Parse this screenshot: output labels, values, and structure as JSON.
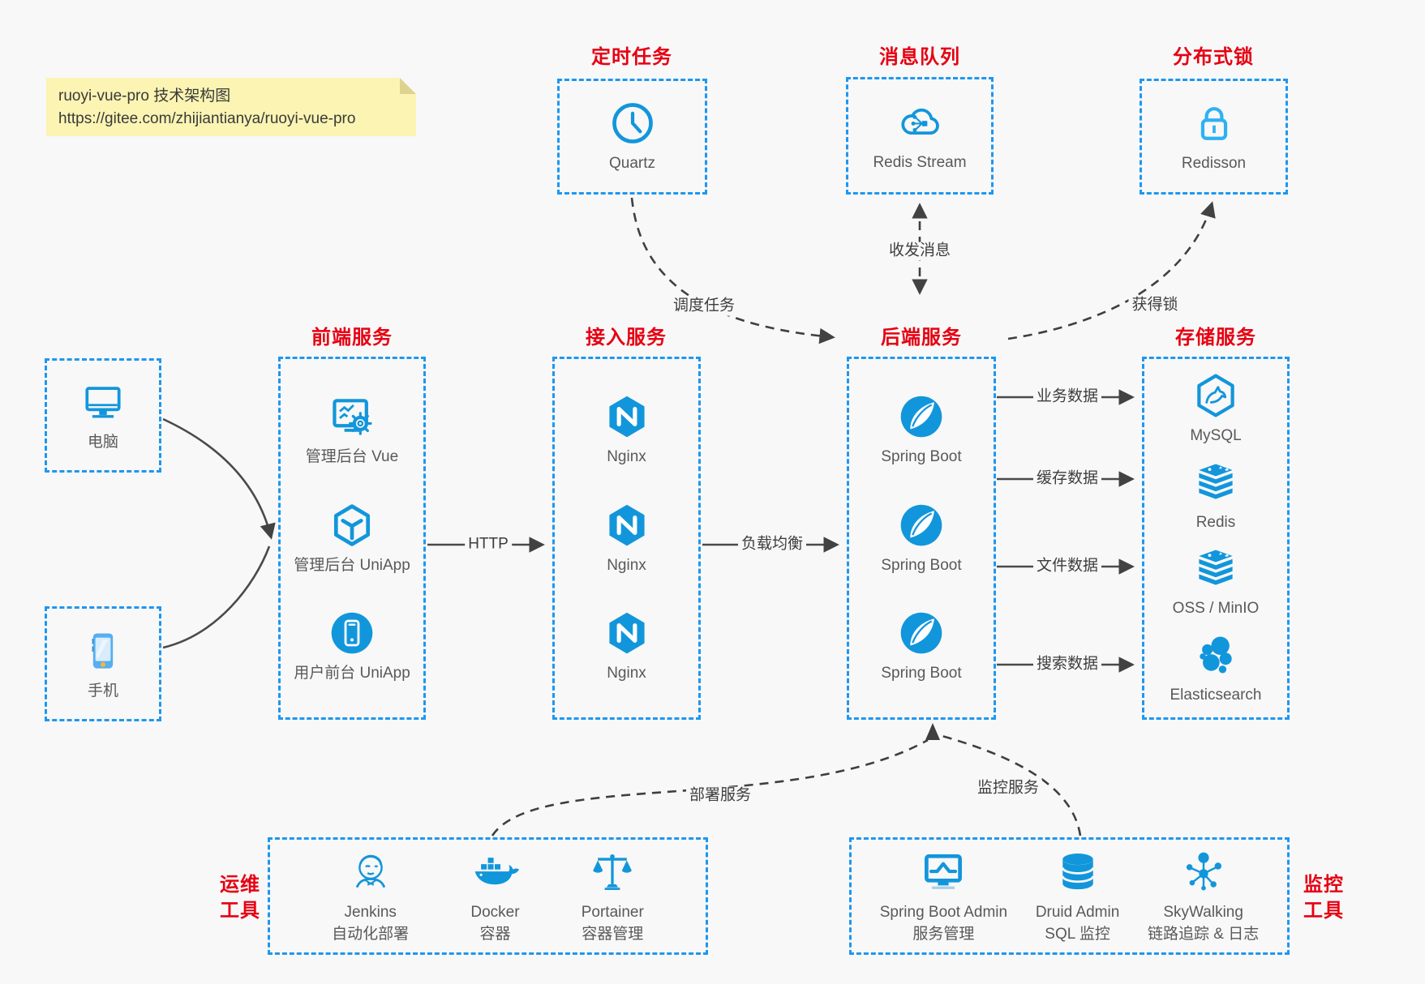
{
  "colors": {
    "box_border_blue": "#1f97ef",
    "icon_blue": "#1296db",
    "title_red": "#e60012",
    "arrow_gray": "#4a4a4a",
    "note_bg": "#fbf4b3"
  },
  "note": {
    "line1": "ruoyi-vue-pro 技术架构图",
    "line2": "https://gitee.com/zhijiantianya/ruoyi-vue-pro"
  },
  "top_services": [
    {
      "title": "定时任务",
      "icon": "clock",
      "label": "Quartz"
    },
    {
      "title": "消息队列",
      "icon": "cloud-stream",
      "label": "Redis Stream"
    },
    {
      "title": "分布式锁",
      "icon": "lock",
      "label": "Redisson"
    }
  ],
  "clients": [
    {
      "icon": "desktop",
      "label": "电脑"
    },
    {
      "icon": "smartphone",
      "label": "手机"
    }
  ],
  "service_columns": [
    {
      "title": "前端服务",
      "items": [
        {
          "icon": "admin-vue",
          "label": "管理后台 Vue"
        },
        {
          "icon": "cube",
          "label": "管理后台 UniApp"
        },
        {
          "icon": "circle-phone",
          "label": "用户前台 UniApp"
        }
      ]
    },
    {
      "title": "接入服务",
      "items": [
        {
          "icon": "nginx",
          "label": "Nginx"
        },
        {
          "icon": "nginx",
          "label": "Nginx"
        },
        {
          "icon": "nginx",
          "label": "Nginx"
        }
      ]
    },
    {
      "title": "后端服务",
      "items": [
        {
          "icon": "spring",
          "label": "Spring Boot"
        },
        {
          "icon": "spring",
          "label": "Spring Boot"
        },
        {
          "icon": "spring",
          "label": "Spring Boot"
        }
      ]
    },
    {
      "title": "存储服务",
      "items": [
        {
          "icon": "mysql",
          "label": "MySQL"
        },
        {
          "icon": "redis",
          "label": "Redis"
        },
        {
          "icon": "oss",
          "label": "OSS / MinIO"
        },
        {
          "icon": "es",
          "label": "Elasticsearch"
        }
      ]
    }
  ],
  "bottom_groups": [
    {
      "title_line1": "运维",
      "title_line2": "工具",
      "items": [
        {
          "icon": "jenkins",
          "label": "Jenkins",
          "sublabel": "自动化部署"
        },
        {
          "icon": "docker",
          "label": "Docker",
          "sublabel": "容器"
        },
        {
          "icon": "portainer",
          "label": "Portainer",
          "sublabel": "容器管理"
        }
      ]
    },
    {
      "title_line1": "监控",
      "title_line2": "工具",
      "items": [
        {
          "icon": "sba",
          "label": "Spring Boot Admin",
          "sublabel": "服务管理"
        },
        {
          "icon": "druid",
          "label": "Druid Admin",
          "sublabel": "SQL 监控"
        },
        {
          "icon": "skywalking",
          "label": "SkyWalking",
          "sublabel": "链路追踪 & 日志"
        }
      ]
    }
  ],
  "edge_labels": {
    "http": "HTTP",
    "load_balance": "负载均衡",
    "schedule": "调度任务",
    "message": "收发消息",
    "lock": "获得锁",
    "deploy": "部署服务",
    "monitor": "监控服务",
    "data_flows": [
      "业务数据",
      "缓存数据",
      "文件数据",
      "搜索数据"
    ]
  }
}
